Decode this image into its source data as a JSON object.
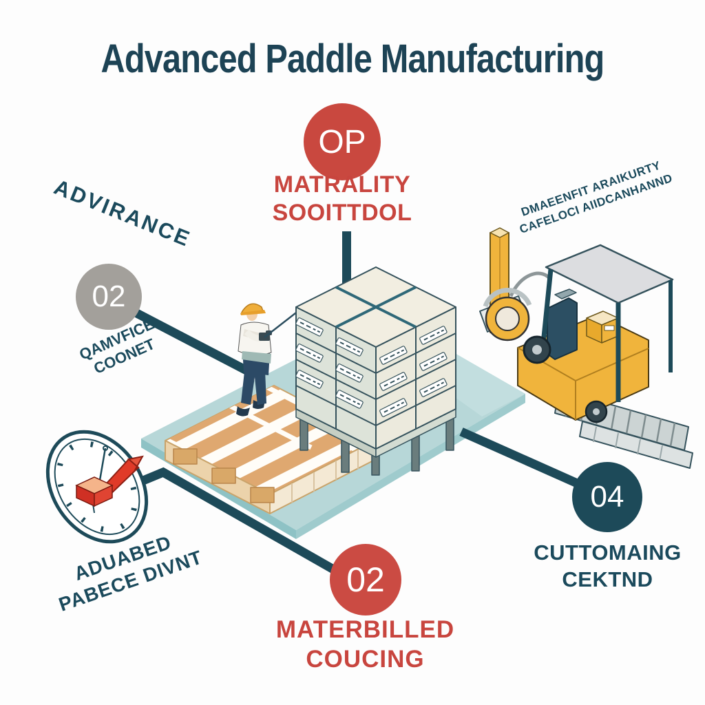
{
  "title": "Advanced Paddle Manufacturing",
  "top_center_step": {
    "badge": "OP",
    "line1": "MATRALITY",
    "line2": "SOOITTDOL"
  },
  "left_step": {
    "heading": "ADVIRANCE",
    "badge": "02",
    "line1": "QAMVFICE",
    "line2": "COONET"
  },
  "top_right_note": {
    "line1": "DMAEENFIT ARAIKURTY",
    "line2": "CAFELOCI AIIDCANHANND"
  },
  "bottom_left_note": {
    "line1": "ADUABED",
    "line2": "PABECE DIVNT"
  },
  "bottom_center_step": {
    "badge": "02",
    "line1": "MATERBILLED",
    "line2": "COUCING"
  },
  "bottom_right_step": {
    "badge": "04",
    "line1": "CUTTOMAING",
    "line2": "CEKTND"
  },
  "illustrations": {
    "floor": "teal-isometric-factory-floor",
    "pallet": "wooden-pallet",
    "worker": "worker-with-hard-hat",
    "boxes": "stacked-boxes-on-rack",
    "forklift": "yellow-forklift",
    "clock": "clock-gauge-with-red-hand"
  },
  "palette": {
    "dark_teal": "#1d4a59",
    "accent_red": "#c9483f",
    "gray_badge": "#a3a09b",
    "floor_teal": "#b7d7d8",
    "pallet_wood": "#dfa870",
    "forklift_yellow": "#f0b43c"
  }
}
